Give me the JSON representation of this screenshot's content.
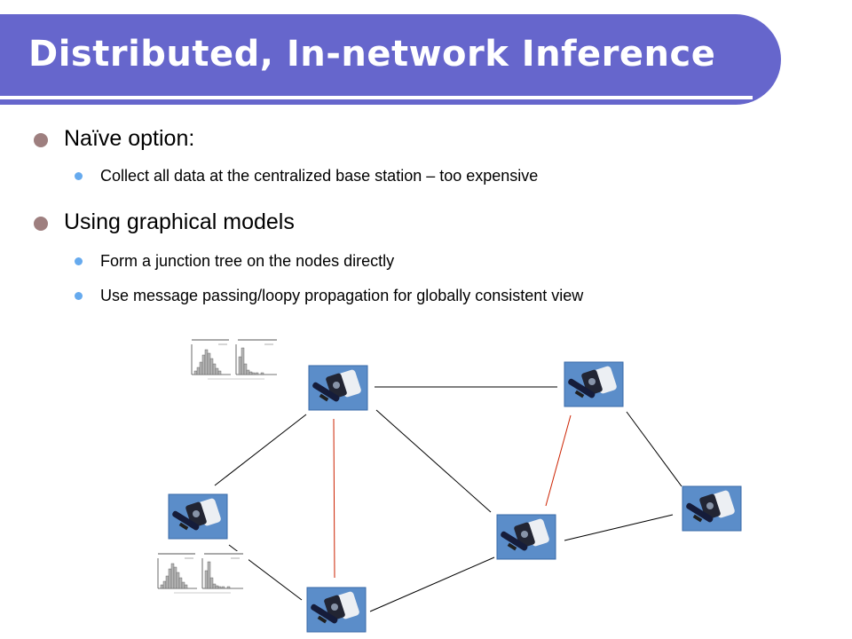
{
  "slide": {
    "title": "Distributed, In-network Inference",
    "bullets": [
      {
        "text": "Naïve option:",
        "sub": [
          "Collect all data at the centralized base station – too expensive"
        ]
      },
      {
        "text": "Using graphical models",
        "sub": [
          "Form a junction tree on the nodes directly",
          "Use message passing/loopy propagation for globally consistent view"
        ]
      }
    ]
  },
  "colors": {
    "title_bar": "#6666cc",
    "bullet_level1": "#9e7f7f",
    "bullet_level2": "#66aaee",
    "edge_plain": "#000000",
    "edge_highlight": "#cc2200"
  },
  "network": {
    "node_icon": "sensor-mote-photo",
    "histogram_icon": "histogram-thumbnail",
    "nodes": [
      "mote-a",
      "mote-b",
      "mote-c",
      "mote-d",
      "mote-e",
      "mote-f"
    ],
    "edges": [
      {
        "from": "mote-a",
        "to": "mote-b",
        "style": "plain"
      },
      {
        "from": "mote-a",
        "to": "mote-c",
        "style": "plain"
      },
      {
        "from": "mote-a",
        "to": "mote-d",
        "style": "plain"
      },
      {
        "from": "mote-a",
        "to": "mote-e",
        "style": "highlight"
      },
      {
        "from": "mote-b",
        "to": "mote-d",
        "style": "highlight"
      },
      {
        "from": "mote-b",
        "to": "mote-f",
        "style": "plain"
      },
      {
        "from": "mote-c",
        "to": "mote-e",
        "style": "plain"
      },
      {
        "from": "mote-d",
        "to": "mote-e",
        "style": "plain"
      },
      {
        "from": "mote-d",
        "to": "mote-f",
        "style": "plain"
      }
    ]
  }
}
